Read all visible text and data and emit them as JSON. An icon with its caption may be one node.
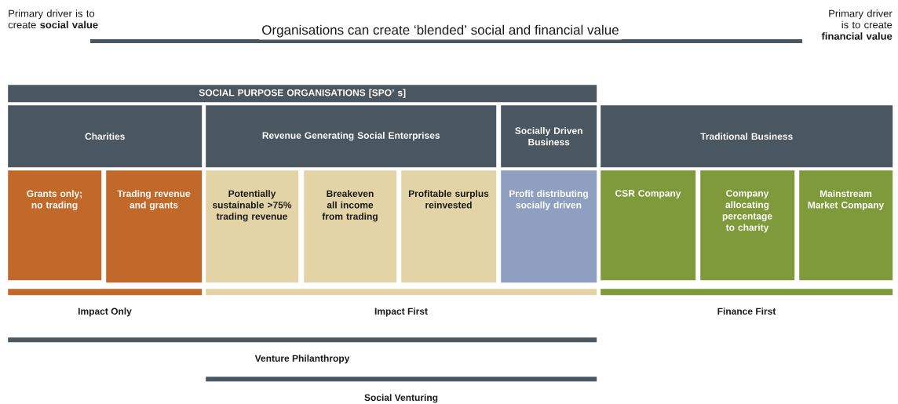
{
  "diagram": {
    "title": "Organisations can create ‘blended’ social and financial value",
    "nodes": [
      {
        "text": [
          "SOCIAL PURPOSE ORGANISATIONS [SPO’ s]"
        ]
      },
      {
        "text": [
          "Charities"
        ]
      },
      {
        "text": [
          "Revenue Generating Social Enterprises"
        ]
      },
      {
        "text": [
          "Socially Driven Business"
        ]
      },
      {
        "text": [
          "Traditional Business"
        ]
      },
      {
        "text": [
          "Grants only; no trading"
        ]
      },
      {
        "text": [
          "Trading revenue and grants"
        ]
      },
      {
        "text": [
          "Potentially sustainable >75% trading revenue"
        ]
      },
      {
        "text": [
          "Breakeven all income from trading"
        ]
      },
      {
        "text": [
          "Profitable surplus reinvested"
        ]
      },
      {
        "text": [
          "Profit distributing socially driven"
        ]
      },
      {
        "text": [
          "CSR Company"
        ]
      },
      {
        "text": [
          "Company allocating percentage to charity"
        ]
      },
      {
        "text": [
          "Mainstream Market Company"
        ]
      },
      {
        "text": [
          "Impact Only"
        ]
      },
      {
        "text": [
          "Impact First"
        ]
      },
      {
        "text": [
          "Finance First"
        ]
      },
      {
        "text": [
          "Venture Philanthropy"
        ]
      },
      {
        "text": [
          "Social Venturing"
        ]
      }
    ],
    "labels": [
      "Primary driver is to create **social value**",
      "Primary driver is to create **financial value**"
    ]
  }
}
